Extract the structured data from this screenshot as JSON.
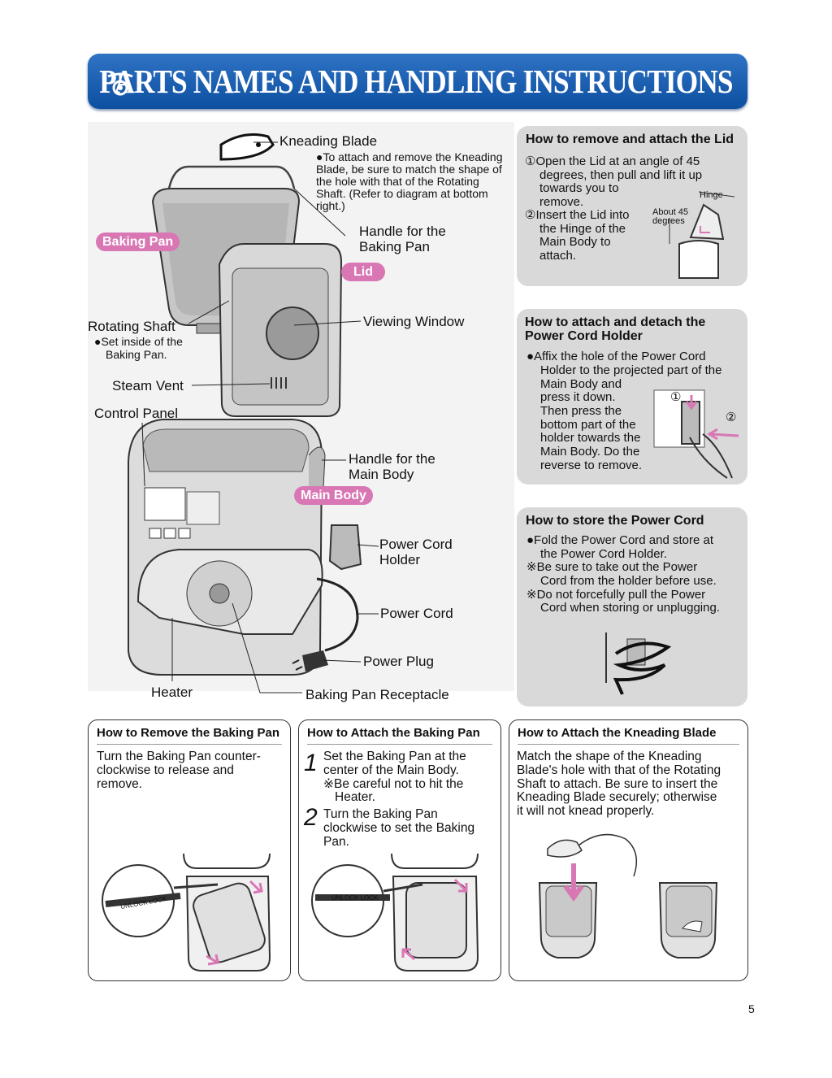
{
  "banner": {
    "title": "PARTS NAMES AND HANDLING INSTRUCTIONS"
  },
  "parts": {
    "kneading_blade": "Kneading Blade",
    "kneading_blade_note": "●To attach and remove the Kneading Blade, be sure to match the shape of the hole with that of the Rotating Shaft. (Refer to diagram at bottom right.)",
    "handle_baking_pan": [
      "Handle for the",
      "Baking Pan"
    ],
    "baking_pan_tag": "Baking Pan",
    "lid_tag": "Lid",
    "rotating_shaft": "Rotating Shaft",
    "rotating_shaft_note": [
      "●Set inside of the",
      "Baking Pan."
    ],
    "viewing_window": "Viewing Window",
    "steam_vent": "Steam Vent",
    "control_panel": "Control Panel",
    "handle_main_body": [
      "Handle for the",
      "Main Body"
    ],
    "main_body_tag": "Main Body",
    "power_cord_holder": [
      "Power Cord",
      "Holder"
    ],
    "power_cord": "Power Cord",
    "power_plug": "Power Plug",
    "heater": "Heater",
    "baking_pan_receptacle": "Baking Pan Receptacle"
  },
  "lid_box": {
    "title": "How to remove and attach the Lid",
    "lines": [
      "①Open the Lid at an angle of 45",
      "degrees, then pull and lift it up",
      "towards you to",
      "remove.",
      "②Insert the Lid into",
      "the Hinge of the",
      "Main Body to",
      "attach."
    ],
    "hinge": "Hinge",
    "angle": [
      "About 45",
      "degrees"
    ]
  },
  "holder_box": {
    "title": [
      "How to attach and detach the",
      "Power Cord Holder"
    ],
    "lines": [
      "●Affix the hole of the Power Cord",
      "Holder to the projected part of the",
      "Main Body and",
      "press it down.",
      "Then press the",
      "bottom part of the",
      "holder towards the",
      "Main Body. Do the",
      "reverse to remove."
    ],
    "mark1": "①",
    "mark2": "②"
  },
  "store_box": {
    "title": "How to store the Power Cord",
    "lines": [
      "●Fold the Power Cord and store at",
      "the Power Cord Holder.",
      "※Be sure to take out the Power",
      "Cord from the holder before use.",
      "※Do not forcefully pull the Power",
      "Cord when storing or unplugging."
    ]
  },
  "remove_pan_box": {
    "title": "How to Remove the Baking Pan",
    "lines": [
      "Turn the Baking Pan counter-",
      "clockwise to release and",
      "remove."
    ],
    "dial": "UNLOCK  LOCK"
  },
  "attach_pan_box": {
    "title": "How to Attach the Baking Pan",
    "step1_num": "1",
    "step1": [
      "Set the Baking Pan at the",
      "center of the Main Body.",
      "※Be careful not to hit the",
      "Heater."
    ],
    "step2_num": "2",
    "step2": [
      "Turn the Baking Pan",
      "clockwise to set the Baking",
      "Pan."
    ],
    "dial": "UNLOCK  LOCK"
  },
  "attach_blade_box": {
    "title": "How to Attach the Kneading Blade",
    "lines": [
      "Match the shape of the Kneading",
      "Blade's hole with that of the Rotating",
      "Shaft to attach. Be sure to insert the",
      "Kneading Blade securely; otherwise",
      "it will not knead properly."
    ]
  },
  "page_number": "5",
  "colors": {
    "banner": "#1a5fb0",
    "tag": "#d877b4",
    "box": "#d9d9d9"
  }
}
